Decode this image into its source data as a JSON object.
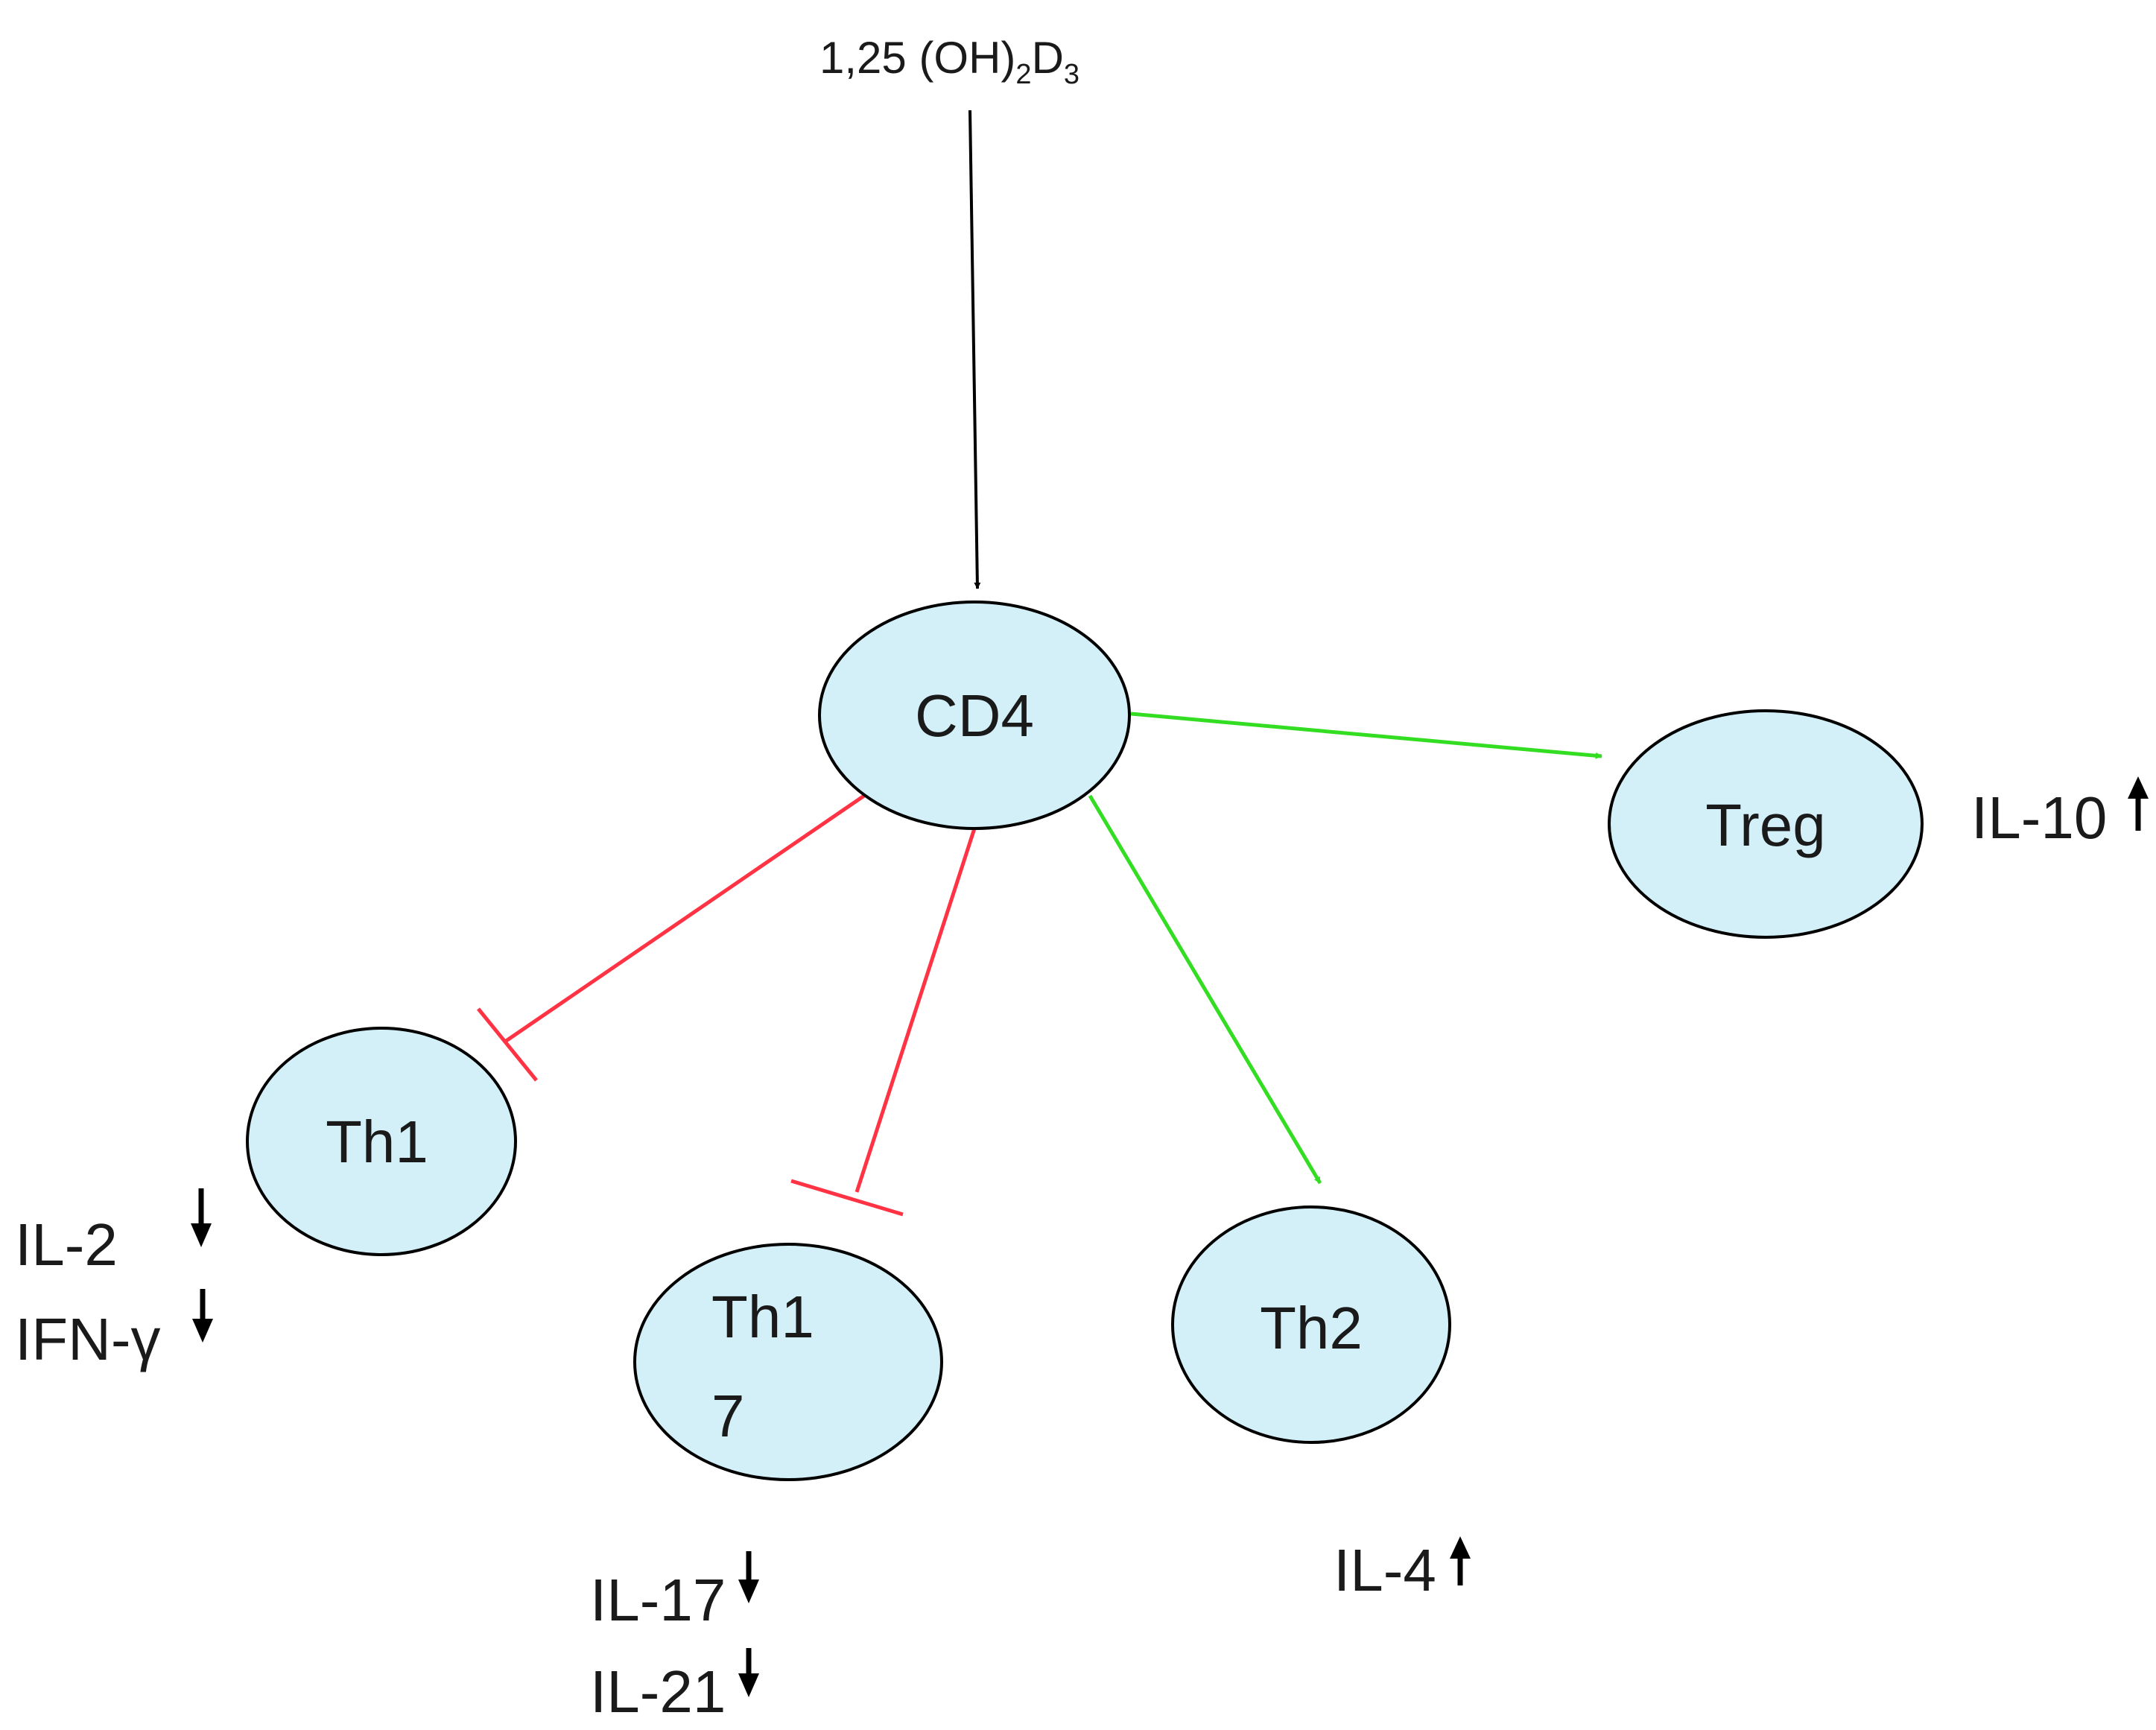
{
  "source": {
    "label_main": "1,25 (OH)",
    "label_sub1": "2",
    "label_mid": "D",
    "label_sub2": "3"
  },
  "nodes": {
    "cd4": "CD4",
    "treg": "Treg",
    "th1": "Th1",
    "th17_line1": "Th1",
    "th17_line2": "7",
    "th2": "Th2"
  },
  "cytokines": {
    "il10": "IL-10",
    "il2": "IL-2",
    "ifng": "IFN-γ",
    "il17": "IL-17",
    "il21": "IL-21",
    "il4": "IL-4"
  },
  "colors": {
    "node_fill": "#d3f0f9",
    "inhibit_edge": "#ff3344",
    "promote_edge": "#33dd22",
    "source_edge": "#000000"
  },
  "edges": [
    {
      "from": "source",
      "to": "CD4",
      "kind": "activates"
    },
    {
      "from": "CD4",
      "to": "Treg",
      "kind": "promotes"
    },
    {
      "from": "CD4",
      "to": "Th2",
      "kind": "promotes"
    },
    {
      "from": "CD4",
      "to": "Th1",
      "kind": "inhibits"
    },
    {
      "from": "CD4",
      "to": "Th17",
      "kind": "inhibits"
    }
  ],
  "cytokine_changes": [
    {
      "cytokine": "IL-10",
      "direction": "up"
    },
    {
      "cytokine": "IL-2",
      "direction": "down"
    },
    {
      "cytokine": "IFN-γ",
      "direction": "down"
    },
    {
      "cytokine": "IL-17",
      "direction": "down"
    },
    {
      "cytokine": "IL-21",
      "direction": "down"
    },
    {
      "cytokine": "IL-4",
      "direction": "up"
    }
  ]
}
